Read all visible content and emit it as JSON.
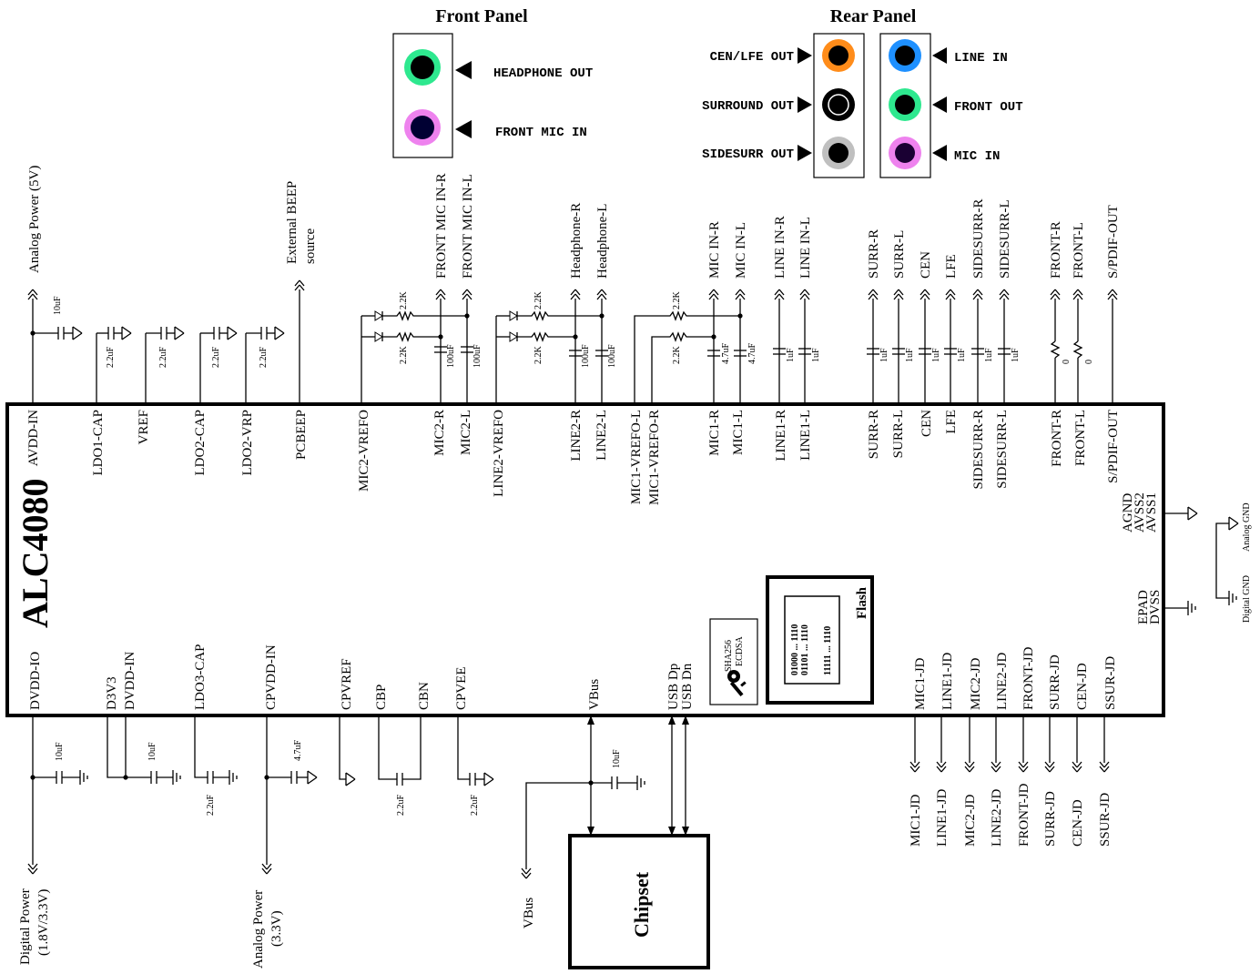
{
  "panels": {
    "front_title": "Front Panel",
    "rear_title": "Rear Panel",
    "front_jacks": [
      {
        "label": "HEADPHONE OUT",
        "color": "#2ee88f"
      },
      {
        "label": "FRONT MIC IN",
        "color": "#ee82ee"
      }
    ],
    "rear_left_jacks": [
      {
        "label": "CEN/LFE OUT",
        "color": "#ff8c1a"
      },
      {
        "label": "SURROUND OUT",
        "color": "#000000"
      },
      {
        "label": "SIDESURR OUT",
        "color": "#bfbfbf"
      }
    ],
    "rear_right_jacks": [
      {
        "label": "LINE IN",
        "color": "#1e90ff"
      },
      {
        "label": "FRONT OUT",
        "color": "#2ee88f"
      },
      {
        "label": "MIC IN",
        "color": "#ee82ee"
      }
    ]
  },
  "chip": {
    "name": "ALC4080",
    "top_pins": [
      "AVDD-IN",
      "LDO1-CAP",
      "VREF",
      "LDO2-CAP",
      "LDO2-VRP",
      "PCBEEP",
      "MIC2-VREFO",
      "MIC2-R",
      "MIC2-L",
      "LINE2-VREFO",
      "LINE2-R",
      "LINE2-L",
      "MIC1-VREFO-L",
      "MIC1-VREFO-R",
      "MIC1-R",
      "MIC1-L",
      "LINE1-R",
      "LINE1-L",
      "SURR-R",
      "SURR-L",
      "CEN",
      "LFE",
      "SIDESURR-R",
      "SIDESURR-L",
      "FRONT-R",
      "FRONT-L",
      "S/PDIF-OUT"
    ],
    "right_pins_top": [
      "AGND",
      "AVSS2",
      "AVSS1"
    ],
    "right_pins_bottom": [
      "EPAD",
      "DVSS"
    ],
    "bottom_pins": [
      "DVDD-IO",
      "D3V3",
      "DVDD-IN",
      "LDO3-CAP",
      "CPVDD-IN",
      "CPVREF",
      "CBP",
      "CBN",
      "CPVEE",
      "VBus",
      "USB Dp",
      "USB Dn",
      "MIC1-JD",
      "LINE1-JD",
      "MIC2-JD",
      "LINE2-JD",
      "FRONT-JD",
      "SURR-JD",
      "CEN-JD",
      "SSUR-JD"
    ],
    "flash_label": "Flash",
    "flash_lines": [
      "01000 ... 1110",
      "01101 ... 1110",
      "11111 ... 1110"
    ],
    "security": [
      "SHA256",
      "ECDSA"
    ]
  },
  "nets_top": [
    "Analog Power (5V)",
    "External BEEP",
    "source",
    "FRONT MIC IN-R",
    "FRONT MIC IN-L",
    "Headphone-R",
    "Headphone-L",
    "MIC IN-R",
    "MIC IN-L",
    "LINE IN-R",
    "LINE IN-L",
    "SURR-R",
    "SURR-L",
    "CEN",
    "LFE",
    "SIDESURR-R",
    "SIDESURR-L",
    "FRONT-R",
    "FRONT-L",
    "S/PDIF-OUT"
  ],
  "nets_bottom": [
    "Digital Power",
    "(1.8V/3.3V)",
    "Analog Power",
    "(3.3V)",
    "VBus",
    "MIC1-JD",
    "LINE1-JD",
    "MIC2-JD",
    "LINE2-JD",
    "FRONT-JD",
    "SURR-JD",
    "CEN-JD",
    "SSUR-JD"
  ],
  "grounds": [
    "Analog GND",
    "Digital GND"
  ],
  "components": {
    "c10uF": "10uF",
    "c22uF": "2.2uF",
    "c100uF": "100uF",
    "c47uF": "4.7uF",
    "c1uF": "1uF",
    "r22K": "2.2K",
    "r0": "0"
  },
  "chipset": "Chipset"
}
